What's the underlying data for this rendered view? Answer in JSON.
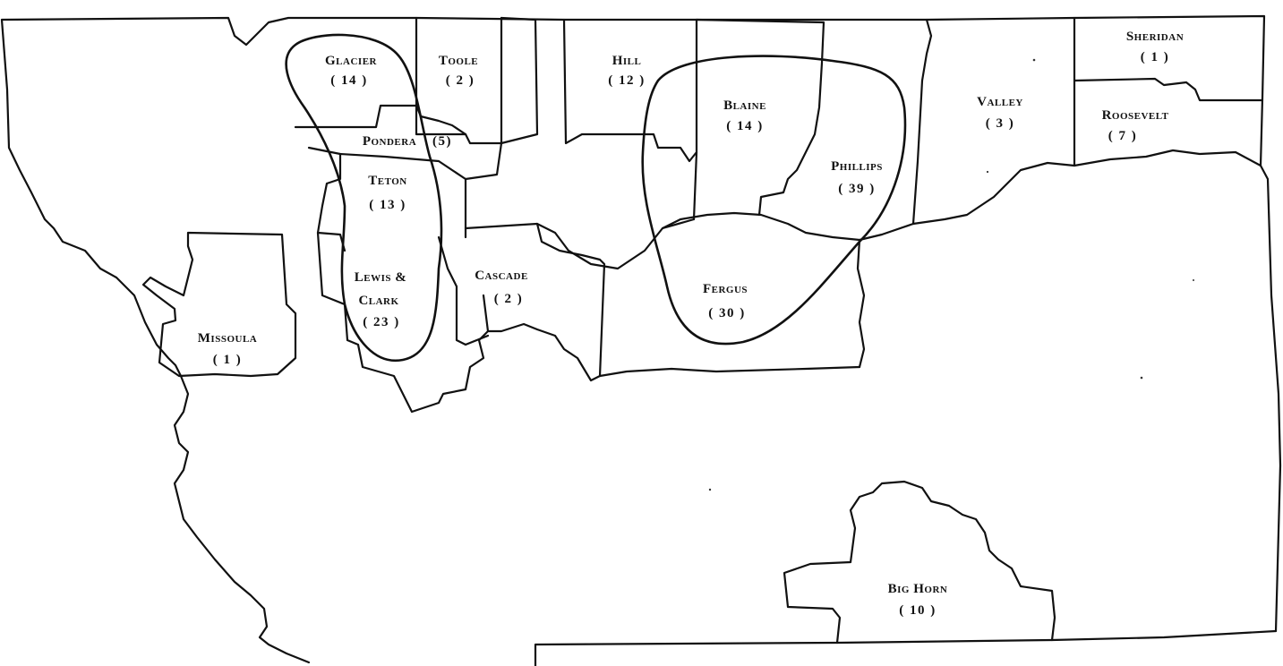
{
  "counties": [
    {
      "id": "glacier",
      "name": "Glacier",
      "count": "( 14 )"
    },
    {
      "id": "toole",
      "name": "Toole",
      "count": "( 2 )"
    },
    {
      "id": "hill",
      "name": "Hill",
      "count": "( 12 )"
    },
    {
      "id": "blaine",
      "name": "Blaine",
      "count": "( 14 )"
    },
    {
      "id": "valley",
      "name": "Valley",
      "count": "( 3 )"
    },
    {
      "id": "sheridan",
      "name": "Sheridan",
      "count": "( 1 )"
    },
    {
      "id": "roosevelt",
      "name": "Roosevelt",
      "count": "( 7 )"
    },
    {
      "id": "pondera",
      "name": "Pondera",
      "count": "(5)"
    },
    {
      "id": "teton",
      "name": "Teton",
      "count": "( 13 )"
    },
    {
      "id": "phillips",
      "name": "Phillips",
      "count": "( 39 )"
    },
    {
      "id": "lewis-clark",
      "name": "Lewis &",
      "name2": "Clark",
      "count": "( 23 )"
    },
    {
      "id": "cascade",
      "name": "Cascade",
      "count": "( 2 )"
    },
    {
      "id": "fergus",
      "name": "Fergus",
      "count": "( 30 )"
    },
    {
      "id": "missoula",
      "name": "Missoula",
      "count": "( 1 )"
    },
    {
      "id": "big-horn",
      "name": "Big Horn",
      "count": "( 10 )"
    }
  ],
  "colors": {
    "ink": "#111111",
    "background": "#ffffff"
  }
}
